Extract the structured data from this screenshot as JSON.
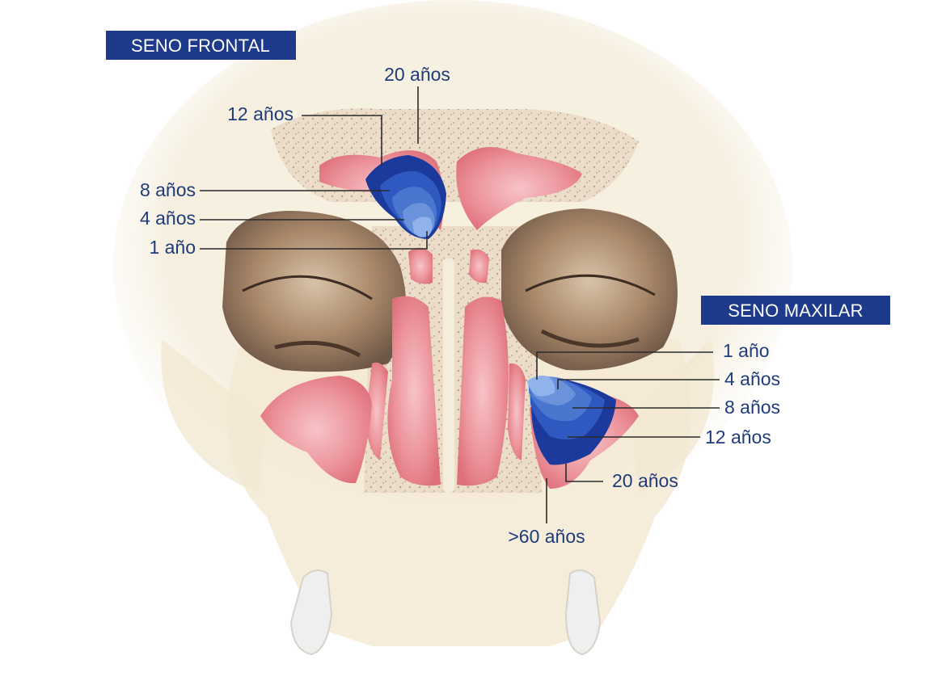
{
  "frontal": {
    "title": "SENO FRONTAL",
    "labels": [
      "20 años",
      "12 años",
      "8 años",
      "4 años",
      "1 año"
    ]
  },
  "maxilar": {
    "title": "SENO MAXILAR",
    "labels": [
      "1 año",
      "4 años",
      "8 años",
      "12 años",
      "20 años",
      ">60 años"
    ]
  },
  "colors": {
    "tag_background": "#1e3a8a",
    "label_text": "#1f3b7a",
    "sinus_pink": "#e9848f",
    "stage_20": "#1b3a9c",
    "stage_12": "#2f59c0",
    "stage_8": "#4b76cf",
    "stage_4": "#6a93dc",
    "stage_1": "#8fb3ea",
    "bone": "#f1e6c9",
    "orbit": "#9b7a5d"
  }
}
